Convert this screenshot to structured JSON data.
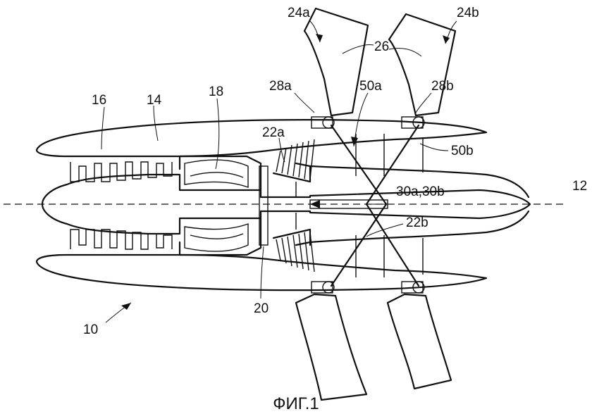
{
  "figure": {
    "caption": "ФИГ.1",
    "labels": {
      "l24a": "24a",
      "l24b": "24b",
      "l26": "26",
      "l28a": "28a",
      "l28b": "28b",
      "l50a": "50a",
      "l50b": "50b",
      "l16": "16",
      "l14": "14",
      "l18": "18",
      "l22a": "22a",
      "l22b": "22b",
      "l12": "12",
      "l30": "30a,30b",
      "l20": "20",
      "l10": "10"
    }
  }
}
